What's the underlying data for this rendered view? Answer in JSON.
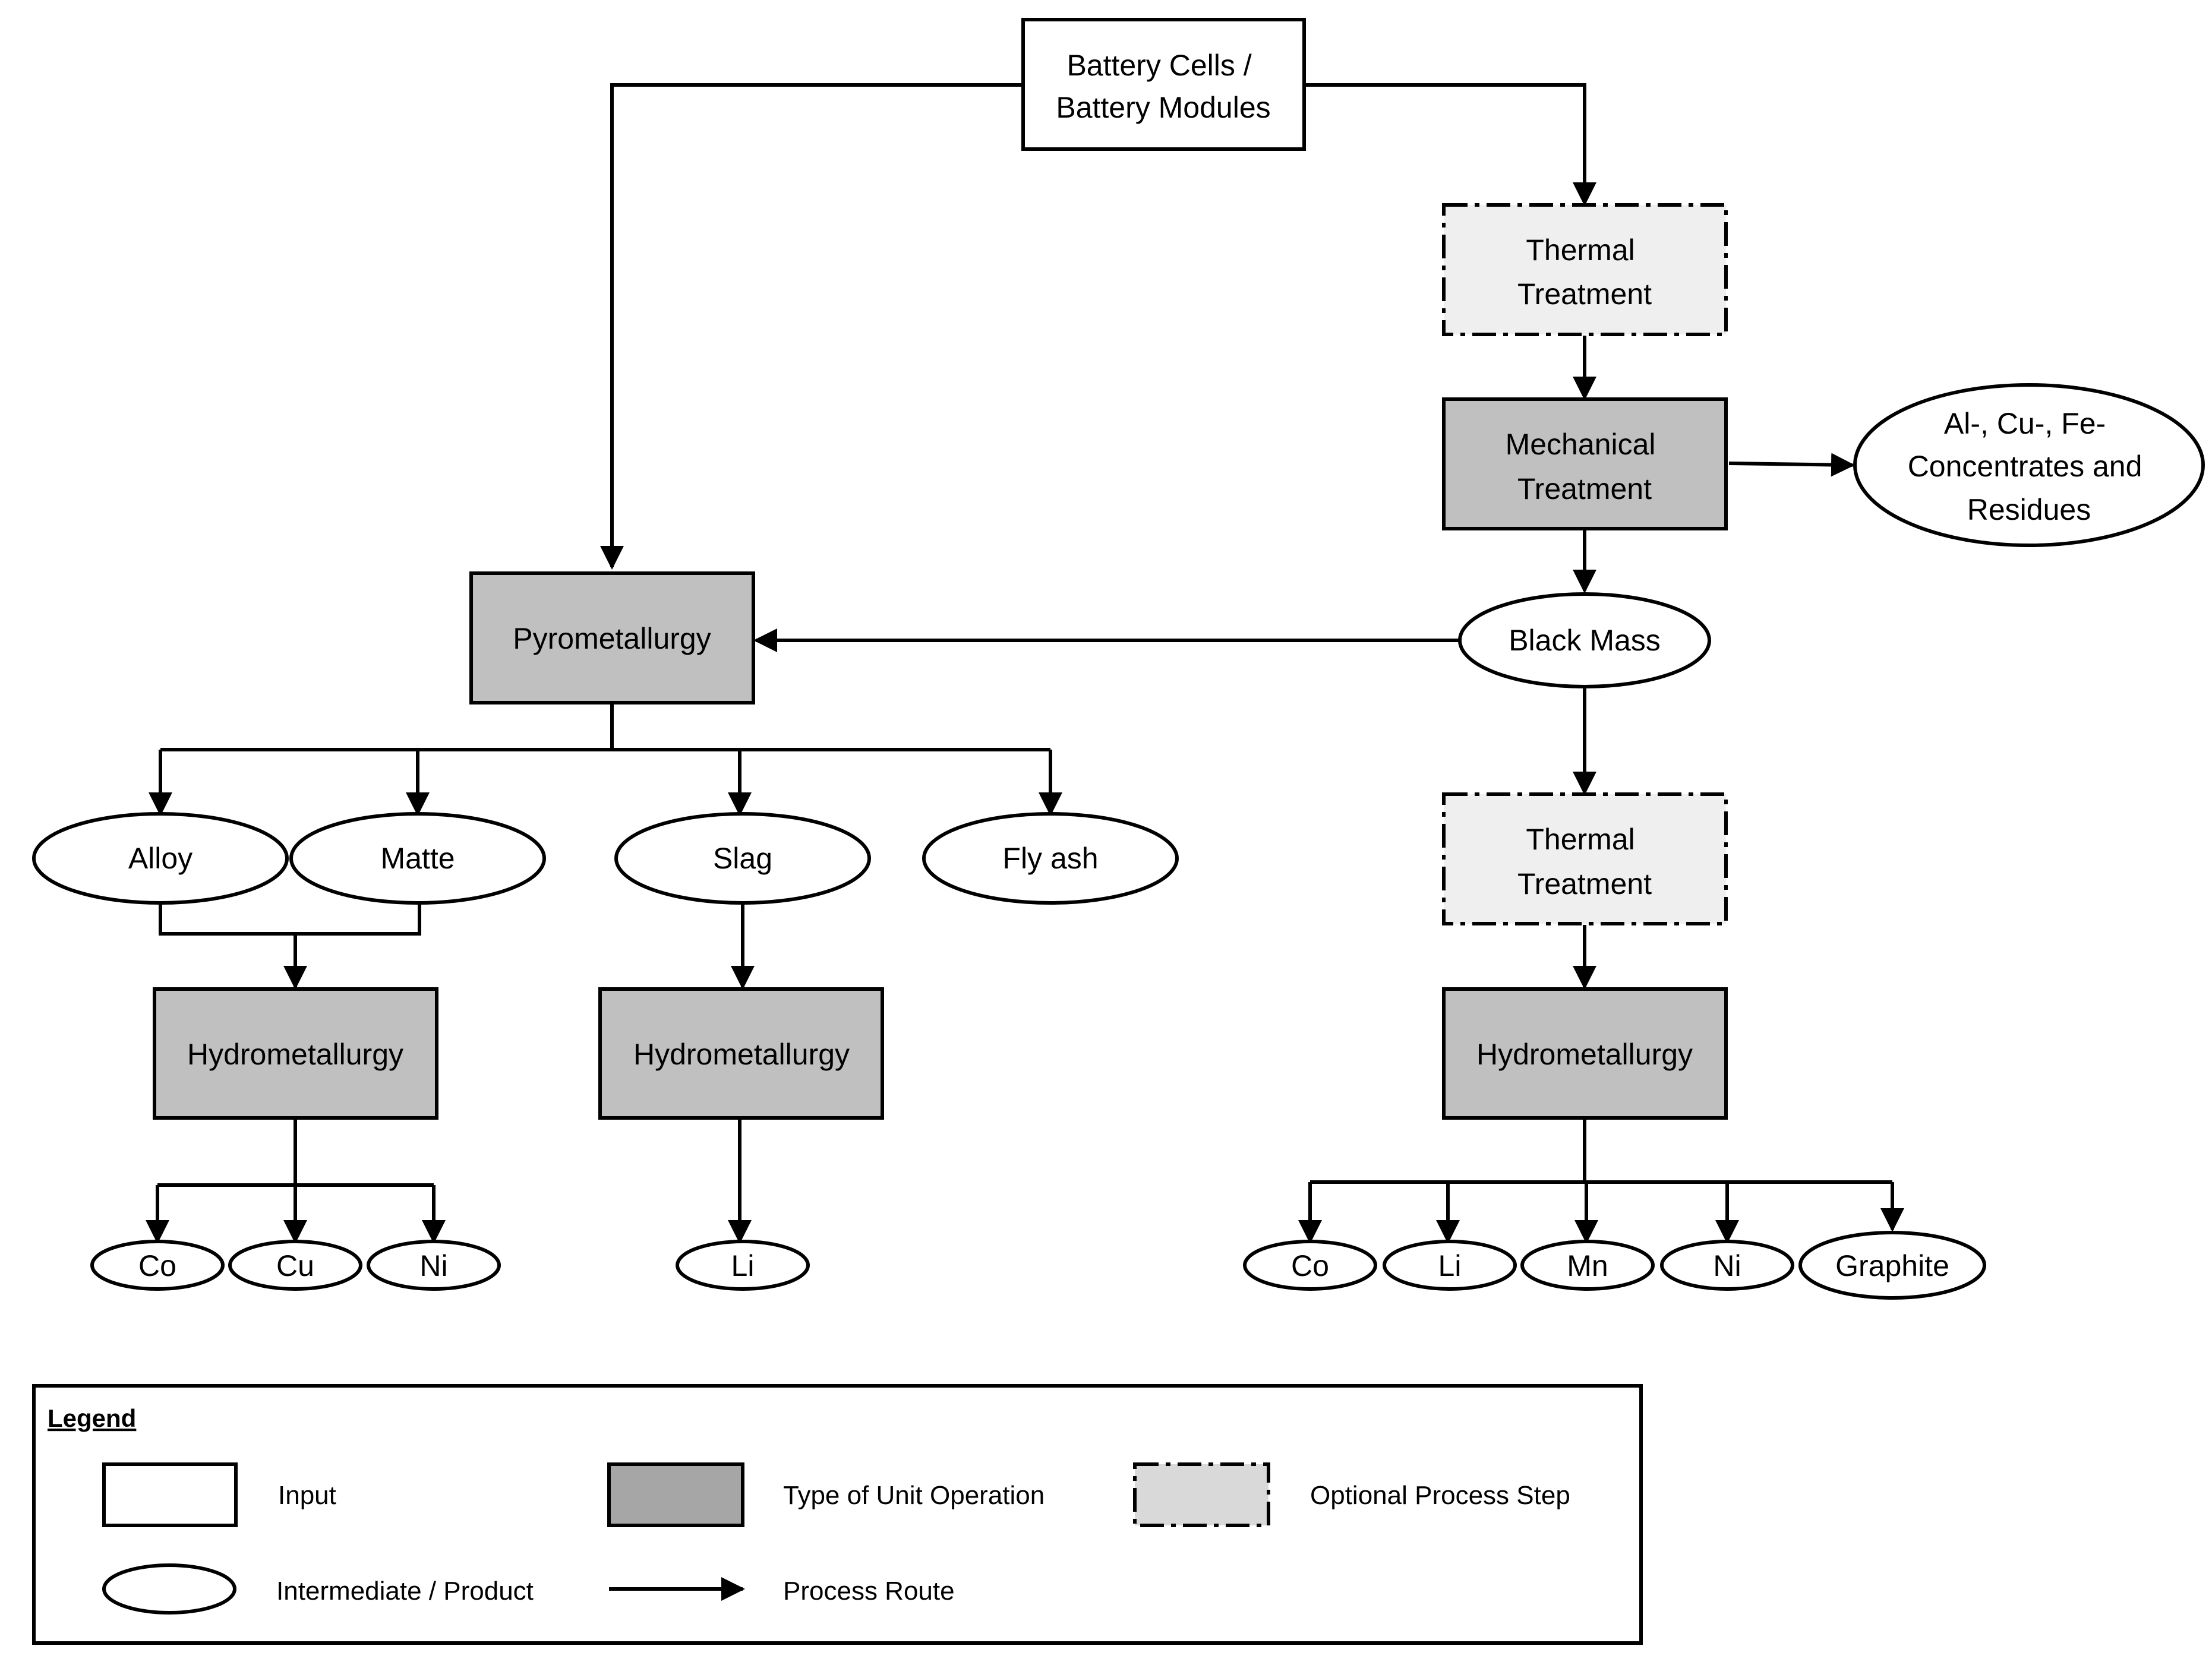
{
  "nodes": {
    "input": "Battery Cells / Battery Modules",
    "thermal_1": "Thermal Treatment",
    "mechanical": "Mechanical Treatment",
    "concentrates": "Al-, Cu-, Fe- Concentrates and Residues",
    "black_mass": "Black Mass",
    "thermal_2": "Thermal Treatment",
    "pyro": "Pyrometallurgy",
    "alloy": "Alloy",
    "matte": "Matte",
    "slag": "Slag",
    "fly_ash": "Fly ash",
    "hydro_1": "Hydrometallurgy",
    "hydro_2": "Hydrometallurgy",
    "hydro_3": "Hydrometallurgy",
    "p1_co": "Co",
    "p1_cu": "Cu",
    "p1_ni": "Ni",
    "p2_li": "Li",
    "p3_co": "Co",
    "p3_li": "Li",
    "p3_mn": "Mn",
    "p3_ni": "Ni",
    "p3_graphite": "Graphite"
  },
  "legend": {
    "title": "Legend",
    "input": "Input",
    "unit_operation": "Type of Unit Operation",
    "optional_step": "Optional Process Step",
    "intermediate": "Intermediate / Product",
    "process_route": "Process Route"
  },
  "colors": {
    "unit_fill": "#c0c0c0",
    "optional_fill": "#efefef",
    "stroke": "#000000"
  }
}
